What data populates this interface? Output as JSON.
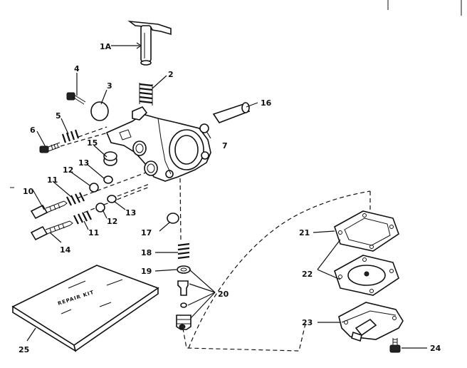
{
  "parts": [
    {
      "id": "p1a",
      "label": "1A"
    },
    {
      "id": "p2",
      "label": "2"
    },
    {
      "id": "p3",
      "label": "3"
    },
    {
      "id": "p4",
      "label": "4"
    },
    {
      "id": "p5",
      "label": "5"
    },
    {
      "id": "p6",
      "label": "6"
    },
    {
      "id": "p7",
      "label": "7"
    },
    {
      "id": "p10",
      "label": "10"
    },
    {
      "id": "p11a",
      "label": "11"
    },
    {
      "id": "p11b",
      "label": "11"
    },
    {
      "id": "p12a",
      "label": "12"
    },
    {
      "id": "p12b",
      "label": "12"
    },
    {
      "id": "p13a",
      "label": "13"
    },
    {
      "id": "p13b",
      "label": "13"
    },
    {
      "id": "p14",
      "label": "14"
    },
    {
      "id": "p15",
      "label": "15"
    },
    {
      "id": "p16",
      "label": "16"
    },
    {
      "id": "p17",
      "label": "17"
    },
    {
      "id": "p18",
      "label": "18"
    },
    {
      "id": "p19",
      "label": "19"
    },
    {
      "id": "p20",
      "label": "20"
    },
    {
      "id": "p21",
      "label": "21"
    },
    {
      "id": "p22",
      "label": "22"
    },
    {
      "id": "p23",
      "label": "23"
    },
    {
      "id": "p24",
      "label": "24"
    },
    {
      "id": "p25",
      "label": "25"
    }
  ],
  "repair_kit": {
    "text": "REPAIR KIT"
  }
}
